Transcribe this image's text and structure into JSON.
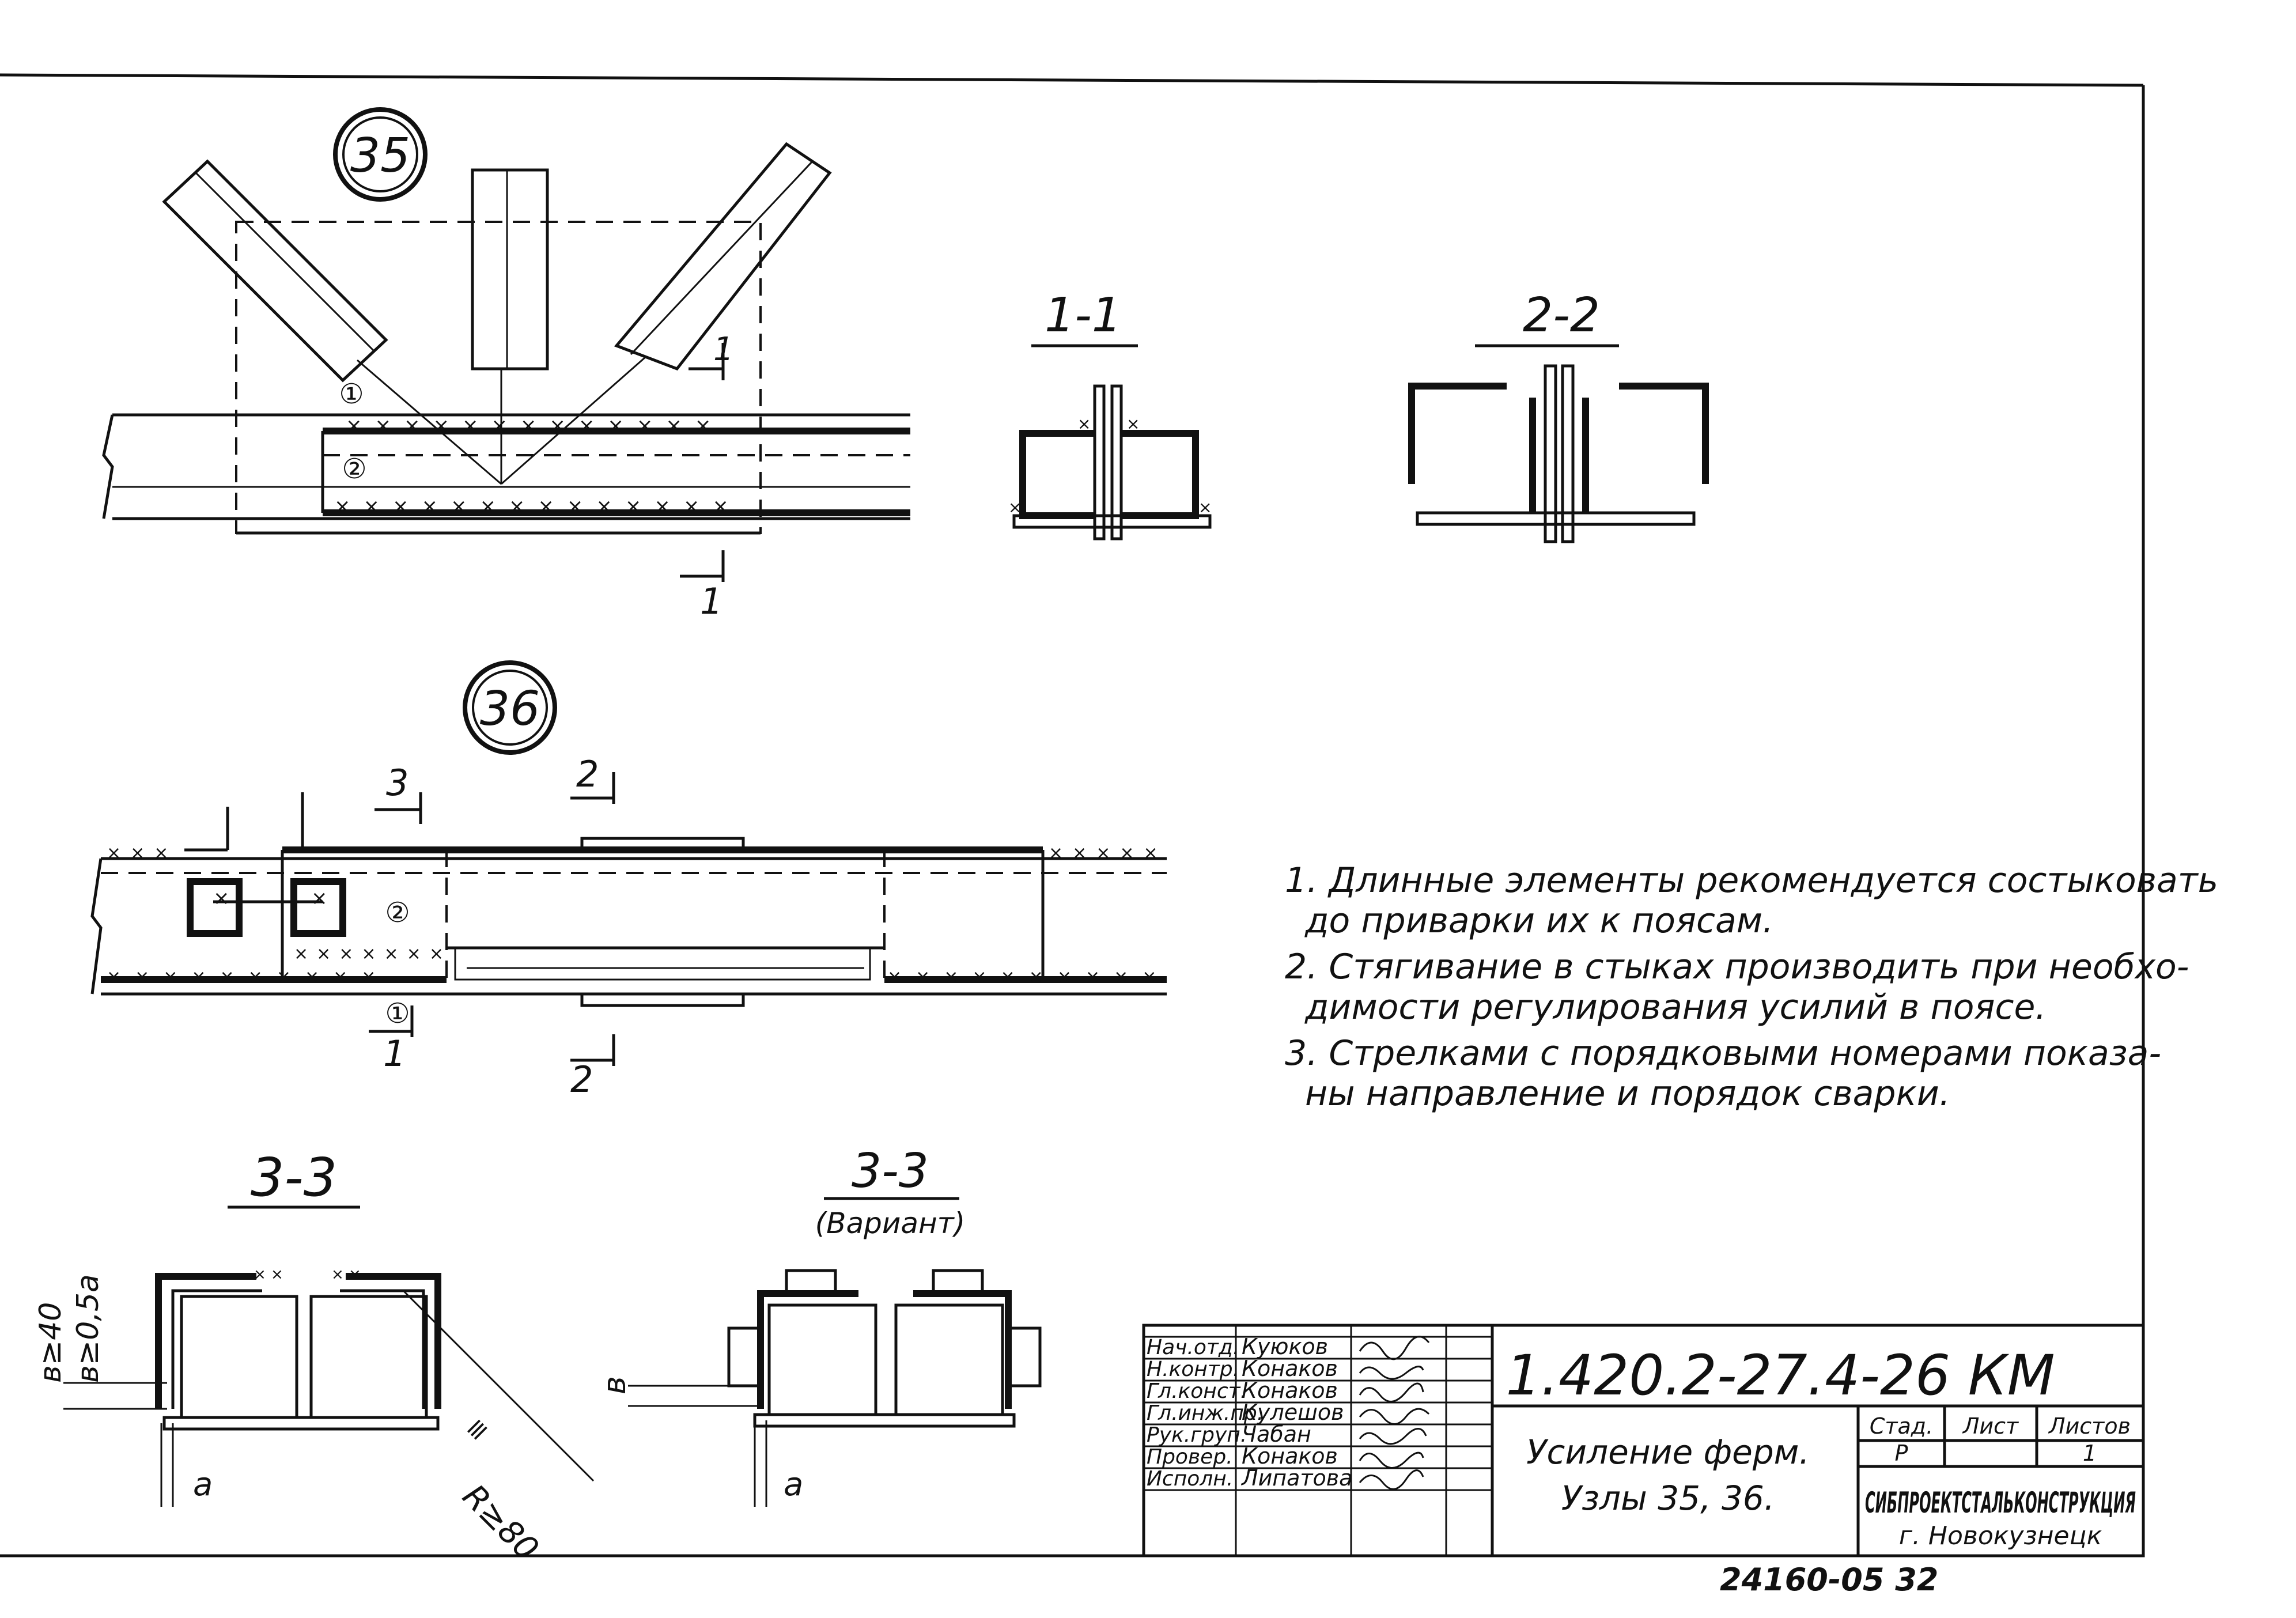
{
  "nodes": {
    "node_a": "35",
    "node_b": "36"
  },
  "sections": {
    "s11": "1-1",
    "s22": "2-2",
    "s33": "3-3",
    "s33v": "3-3",
    "variant": "(Вариант)"
  },
  "cut_marks": {
    "one": "1",
    "two": "2",
    "three": "3"
  },
  "element_marks": {
    "e1": "①",
    "e2": "②"
  },
  "dimensions": {
    "b40": "в≥40",
    "b05a": "в≥0,5а",
    "a": "а",
    "b": "в",
    "r80": "R≥80"
  },
  "notes": [
    "1. Длинные элементы рекомендуется состыковать",
    "до приварки их к поясам.",
    "2. Стягивание в стыках производить при необхо-",
    "димости регулирования усилий в поясе.",
    "3. Стрелками с порядковыми номерами показа-",
    "ны направление и порядок сварки."
  ],
  "title_block": {
    "code": "1.420.2-27.4-26 КМ",
    "title_line1": "Усиление ферм.",
    "title_line2": "Узлы 35, 36.",
    "stage_label": "Стад.",
    "sheet_label": "Лист",
    "sheets_label": "Листов",
    "stage_value": "Р",
    "sheets_value": "1",
    "org": "СИБПРОЕКТСТАЛЬКОНСТРУКЦИЯ",
    "city": "г. Новокузнецк",
    "rows": [
      {
        "role": "Нач.отд.",
        "name": "Куюков"
      },
      {
        "role": "Н.контр.",
        "name": "Конаков"
      },
      {
        "role": "Гл.конст.",
        "name": "Конаков"
      },
      {
        "role": "Гл.инж.пр.",
        "name": "Кулешов"
      },
      {
        "role": "Рук.груп.",
        "name": "Чабан"
      },
      {
        "role": "Провер.",
        "name": "Конаков"
      },
      {
        "role": "Исполн.",
        "name": "Липатова"
      }
    ]
  },
  "archive_number": "24160-05 32"
}
